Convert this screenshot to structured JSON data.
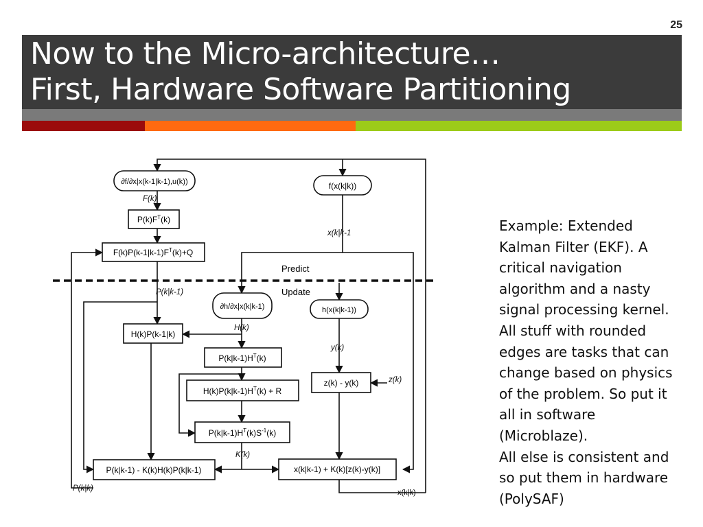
{
  "slide": {
    "number": "25",
    "title_line1": "Now to the Micro-architecture…",
    "title_line2": "First,  Hardware Software Partitioning",
    "colors": {
      "title_bg": "#3b3b3b",
      "bar_red": "#9b0b0b",
      "bar_orange": "#ff6a10",
      "bar_green": "#9ccb19",
      "under_bar": "#7a7a7a"
    }
  },
  "diagram": {
    "rounded_tasks": {
      "df_dx": "∂f/∂x|x(k-1|k-1),u(k))",
      "f_x": "f(x(k|k))",
      "dh_dx": "∂h/∂x|x(k|k-1)",
      "h_x": "h(x(k|k-1))"
    },
    "boxes": {
      "pkft": "P(k)F",
      "pkft_sup": "T",
      "pkft_tail": "(k)",
      "fpf_q": "F(k)P(k-1|k-1)F",
      "fpf_q_sup": "T",
      "fpf_q_tail": "(k)+Q",
      "hp": "H(k)P(k-1|k)",
      "pht": "P(k|k-1)H",
      "pht_sup": "T",
      "pht_tail": "(k)",
      "hpht_r": "H(k)P(k|k-1)H",
      "hpht_r_sup": "T",
      "hpht_r_tail": "(k) + R",
      "phts": "P(k|k-1)H",
      "phts_sup1": "T",
      "phts_mid": "(k)S",
      "phts_sup2": "-1",
      "phts_tail": "(k)",
      "zy": "z(k) - y(k)",
      "pupdate": "P(k|k-1) - K(k)H(k)P(k|k-1)",
      "xupdate": "x(k|k-1) + K(k)[z(k)-y(k)]"
    },
    "signals": {
      "Fk": "F(k)",
      "xkk1": "x(k|k-1",
      "Pkk1": "P(k|k-1)",
      "Hk": "H(k)",
      "yk": "y(k)",
      "zk": "z(k)",
      "Kk": "K(k)",
      "Pkk": "P(k|k)",
      "xkk": "x(k|k)"
    },
    "phase_labels": {
      "predict": "Predict",
      "update": "Update"
    }
  },
  "side_text": {
    "paragraph1": "Example: Extended Kalman Filter (EKF). A critical navigation algorithm and a nasty signal processing kernel. All stuff with rounded edges are tasks that can change based on physics of the problem. So put it all in software (Microblaze).",
    "paragraph2": "All else is consistent and so put them in hardware (PolySAF)"
  }
}
